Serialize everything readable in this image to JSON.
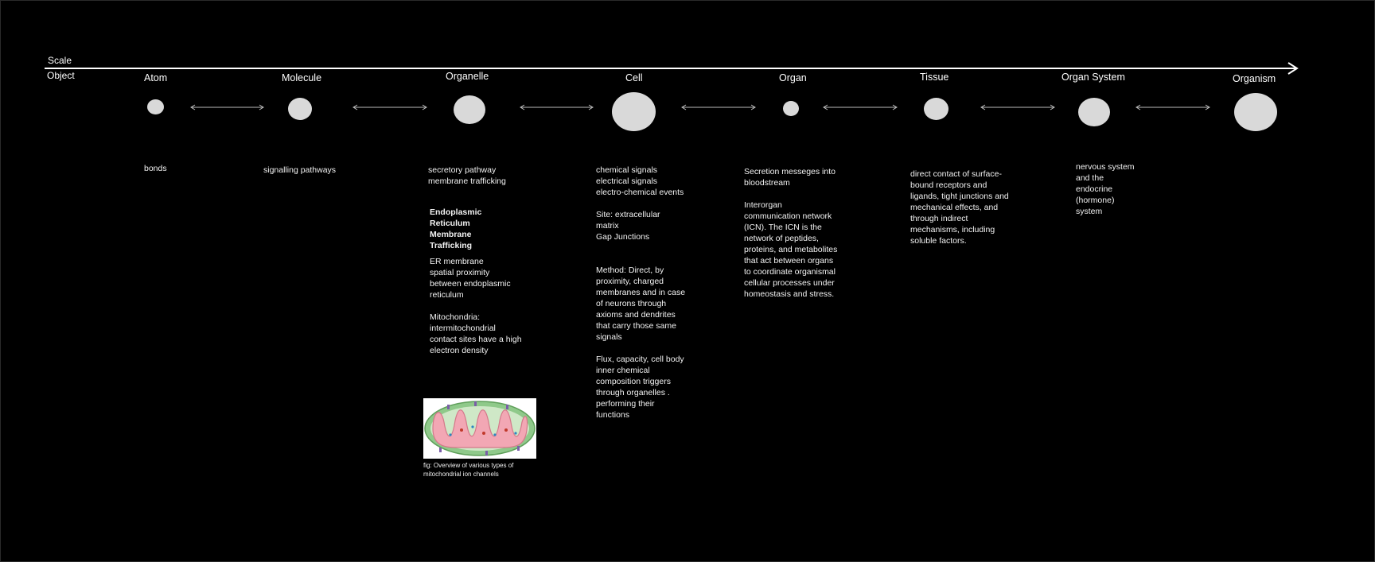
{
  "axis": {
    "scale_label": "Scale",
    "object_label": "Object"
  },
  "levels": [
    {
      "name": "Atom"
    },
    {
      "name": "Molecule"
    },
    {
      "name": "Organelle"
    },
    {
      "name": "Cell"
    },
    {
      "name": "Organ"
    },
    {
      "name": "Tissue"
    },
    {
      "name": "Organ System"
    },
    {
      "name": "Organism"
    }
  ],
  "descriptions": {
    "atom": "bonds",
    "molecule": "signalling pathways",
    "organelle_1": "secretory pathway\nmembrane trafficking",
    "organelle_2": "Endoplasmic\nReticulum\nMembrane\nTrafficking",
    "organelle_3": "ER membrane\nspatial proximity\nbetween endoplasmic\nreticulum",
    "organelle_4": "Mitochondria:\nintermitochondrial\ncontact sites have a high\nelectron density",
    "cell_1": "chemical signals\nelectrical signals\nelectro-chemical events",
    "cell_2": "Site:  extracellular\nmatrix\nGap Junctions",
    "cell_3": "Method: Direct, by\nproximity, charged\nmembranes and in case\nof neurons through\naxioms and dendrites\nthat carry those same\nsignals",
    "cell_4": "Flux, capacity, cell body\ninner chemical\ncomposition triggers\nthrough organelles .\nperforming their\nfunctions",
    "organ_1": "Secretion messeges into\nbloodstream",
    "organ_2": "Interorgan\ncommunication network\n(ICN). The ICN is the\nnetwork of peptides,\nproteins, and metabolites\nthat act between organs\nto coordinate organismal\ncellular processes under\nhomeostasis and stress.",
    "tissue": "direct contact of surface-\nbound receptors and\nligands, tight junctions and\nmechanical effects, and\nthrough indirect\nmechanisms, including\nsoluble factors.",
    "organ_system": "nervous system\nand the\nendocrine\n(hormone)\nsystem"
  },
  "figure": {
    "caption": "fig: Overview of various types of\nmitochondrial ion channels",
    "image_icon": "mitochondrion-illustration"
  },
  "colors": {
    "background": "#000000",
    "circle": "#d9d9d9",
    "mito_outer": "#8fc98a",
    "mito_inner": "#f2a7b4"
  }
}
